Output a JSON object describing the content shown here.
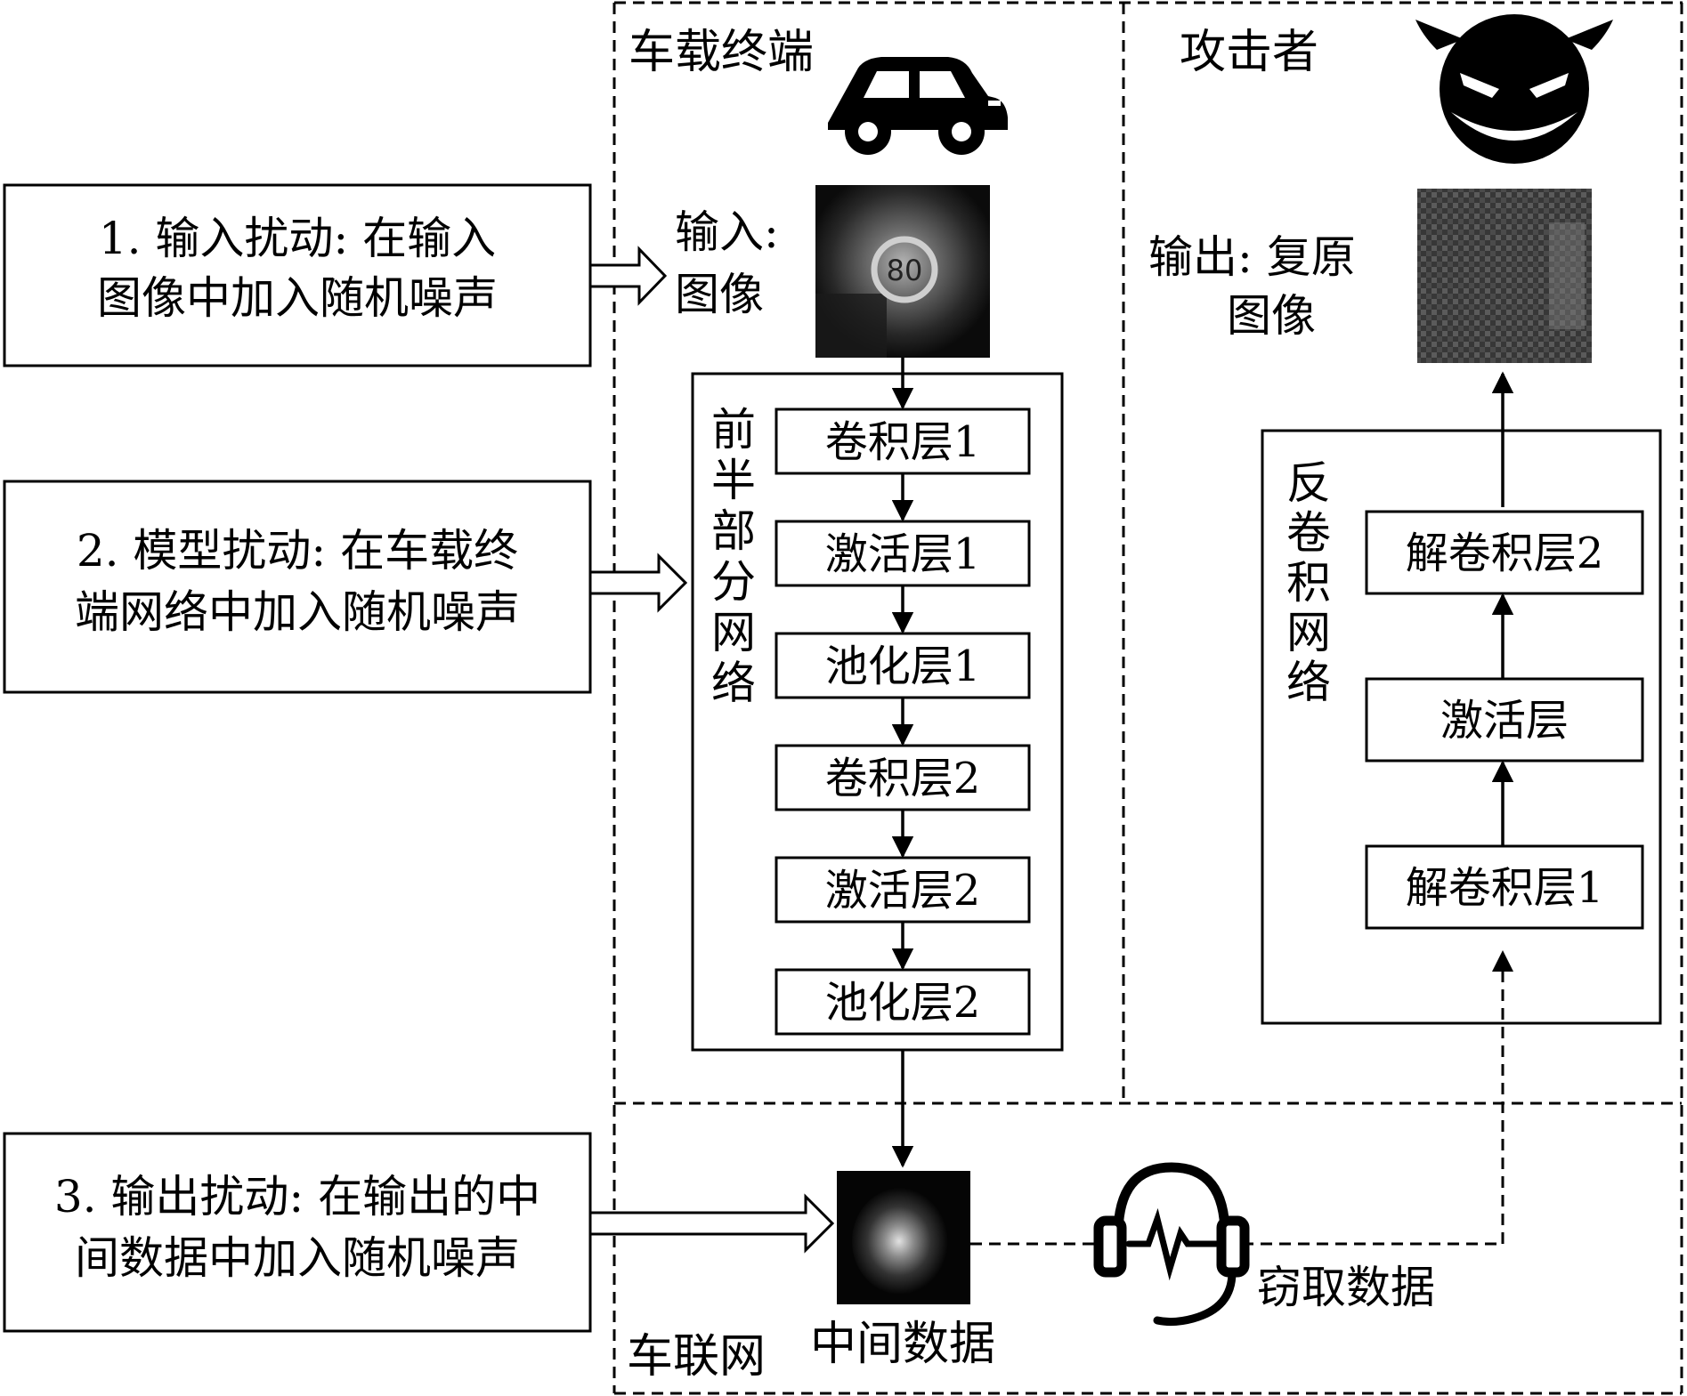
{
  "regions": {
    "vehicle_terminal": "车载终端",
    "attacker": "攻击者",
    "network": "车联网"
  },
  "perturbations": [
    {
      "lines": [
        "1. 输入扰动: 在输入",
        "图像中加入随机噪声"
      ]
    },
    {
      "lines": [
        "2. 模型扰动: 在车载终",
        "端网络中加入随机噪声"
      ]
    },
    {
      "lines": [
        "3. 输出扰动: 在输出的中",
        "间数据中加入随机噪声"
      ]
    }
  ],
  "input_label": [
    "输入:",
    "图像"
  ],
  "front_network": {
    "title_chars": [
      "前",
      "半",
      "部",
      "分",
      "网",
      "络"
    ],
    "layers": [
      "卷积层1",
      "激活层1",
      "池化层1",
      "卷积层2",
      "激活层2",
      "池化层2"
    ]
  },
  "deconv_network": {
    "title_chars": [
      "反",
      "卷",
      "积",
      "网",
      "络"
    ],
    "layers": [
      "解卷积层2",
      "激活层",
      "解卷积层1"
    ]
  },
  "output_label": [
    "输出: 复原",
    "图像"
  ],
  "intermediate_label": "中间数据",
  "steal_label": "窃取数据",
  "icons": [
    "car-icon",
    "devil-face-icon",
    "eavesdrop-headphone-icon"
  ]
}
